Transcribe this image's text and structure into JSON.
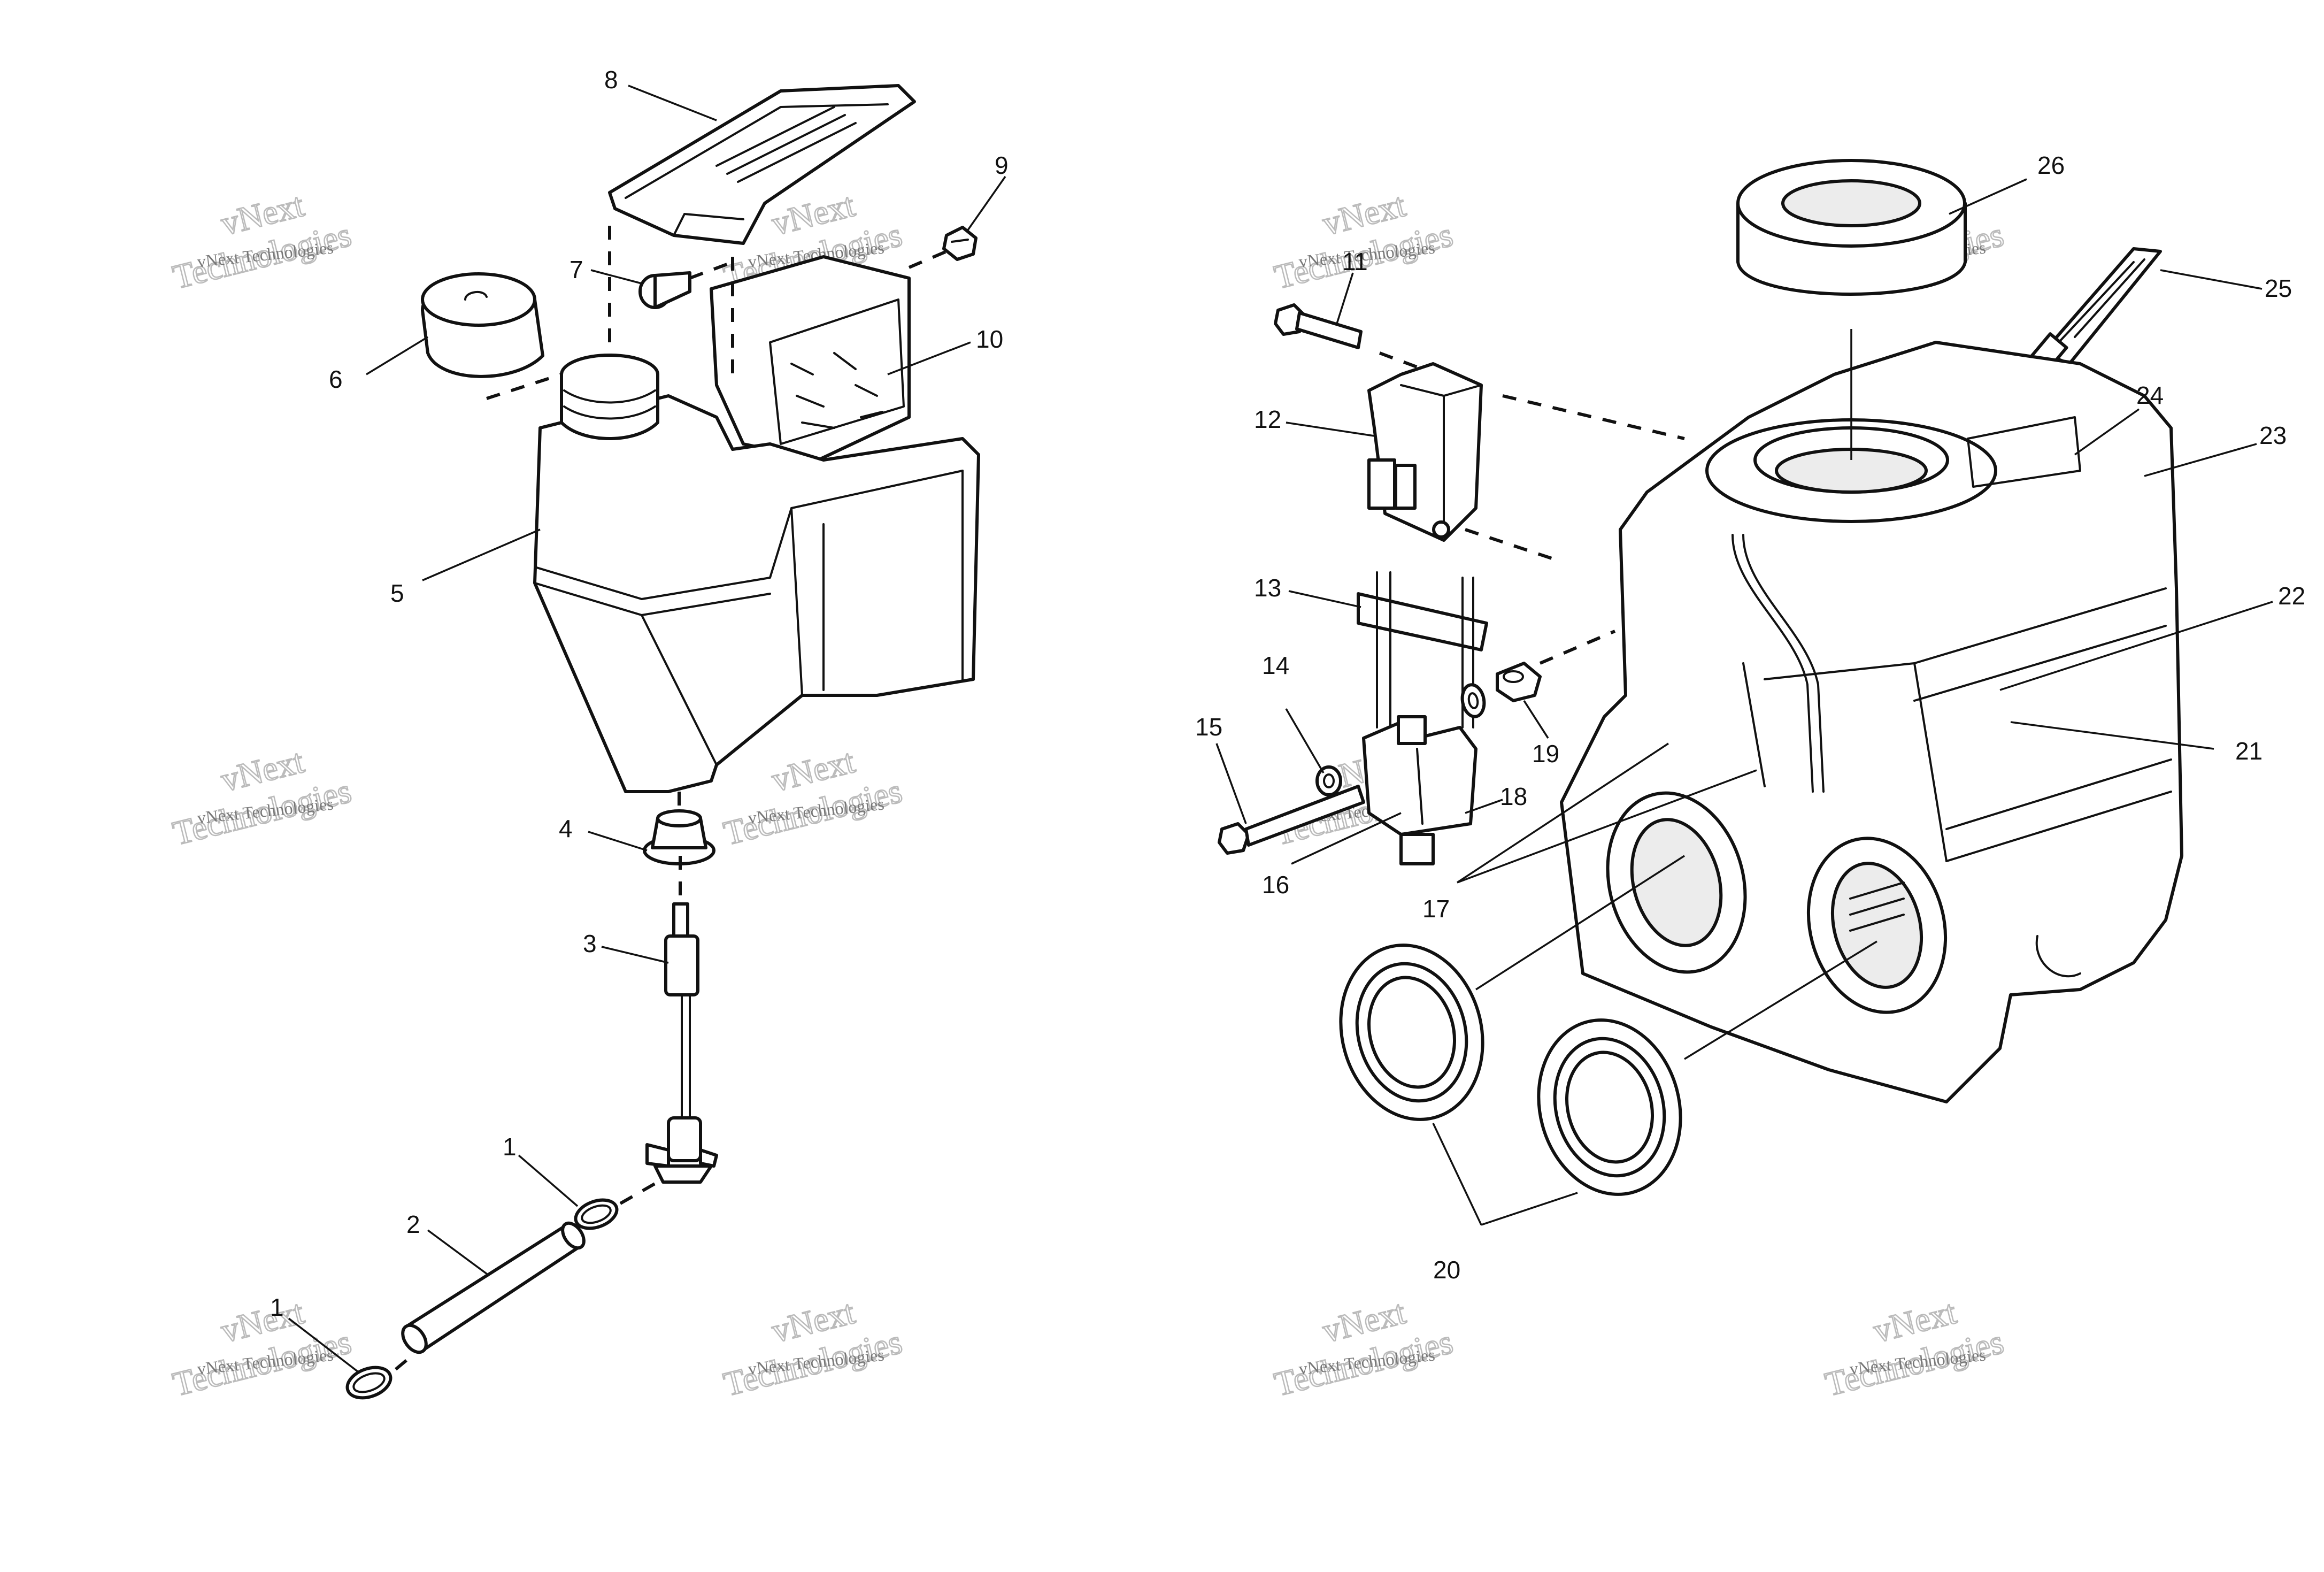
{
  "callouts": [
    {
      "id": "c1a",
      "text": "1"
    },
    {
      "id": "c1b",
      "text": "1"
    },
    {
      "id": "c2",
      "text": "2"
    },
    {
      "id": "c3",
      "text": "3"
    },
    {
      "id": "c4",
      "text": "4"
    },
    {
      "id": "c5",
      "text": "5"
    },
    {
      "id": "c6",
      "text": "6"
    },
    {
      "id": "c7",
      "text": "7"
    },
    {
      "id": "c8",
      "text": "8"
    },
    {
      "id": "c9",
      "text": "9"
    },
    {
      "id": "c10",
      "text": "10"
    },
    {
      "id": "c11",
      "text": "11"
    },
    {
      "id": "c12",
      "text": "12"
    },
    {
      "id": "c13",
      "text": "13"
    },
    {
      "id": "c14",
      "text": "14"
    },
    {
      "id": "c15",
      "text": "15"
    },
    {
      "id": "c16",
      "text": "16"
    },
    {
      "id": "c17",
      "text": "17"
    },
    {
      "id": "c18",
      "text": "18"
    },
    {
      "id": "c19",
      "text": "19"
    },
    {
      "id": "c20",
      "text": "20"
    },
    {
      "id": "c21",
      "text": "21"
    },
    {
      "id": "c22",
      "text": "22"
    },
    {
      "id": "c23",
      "text": "23"
    },
    {
      "id": "c24",
      "text": "24"
    },
    {
      "id": "c25",
      "text": "25"
    },
    {
      "id": "c26",
      "text": "26"
    }
  ],
  "watermark": {
    "line1": "vNext Technologies",
    "line2": "vNext",
    "line3": "Technologies"
  },
  "colors": {
    "ink": "#111111",
    "paper": "#ffffff",
    "watermark": "#777777"
  }
}
